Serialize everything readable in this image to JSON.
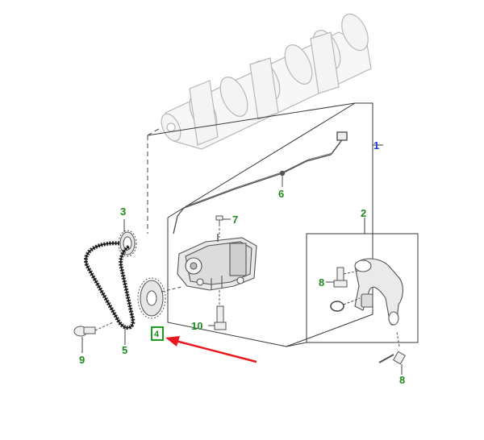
{
  "diagram": {
    "callouts": [
      {
        "id": "1",
        "text": "1",
        "color": "#1f3fd8"
      },
      {
        "id": "2",
        "text": "2",
        "color": "#1f8a1f"
      },
      {
        "id": "3",
        "text": "3",
        "color": "#1f8a1f"
      },
      {
        "id": "4",
        "text": "4",
        "color": "#1f8a1f"
      },
      {
        "id": "5",
        "text": "5",
        "color": "#1f8a1f"
      },
      {
        "id": "6",
        "text": "6",
        "color": "#1f8a1f"
      },
      {
        "id": "7",
        "text": "7",
        "color": "#1f8a1f"
      },
      {
        "id": "8a",
        "text": "8",
        "color": "#1f8a1f"
      },
      {
        "id": "8b",
        "text": "8",
        "color": "#1f8a1f"
      },
      {
        "id": "9",
        "text": "9",
        "color": "#1f8a1f"
      },
      {
        "id": "10",
        "text": "10",
        "color": "#1f8a1f"
      }
    ],
    "highlight_color": "#1aa01a",
    "arrow_color": "#e8191e",
    "line_color": "#3a3a3a"
  }
}
